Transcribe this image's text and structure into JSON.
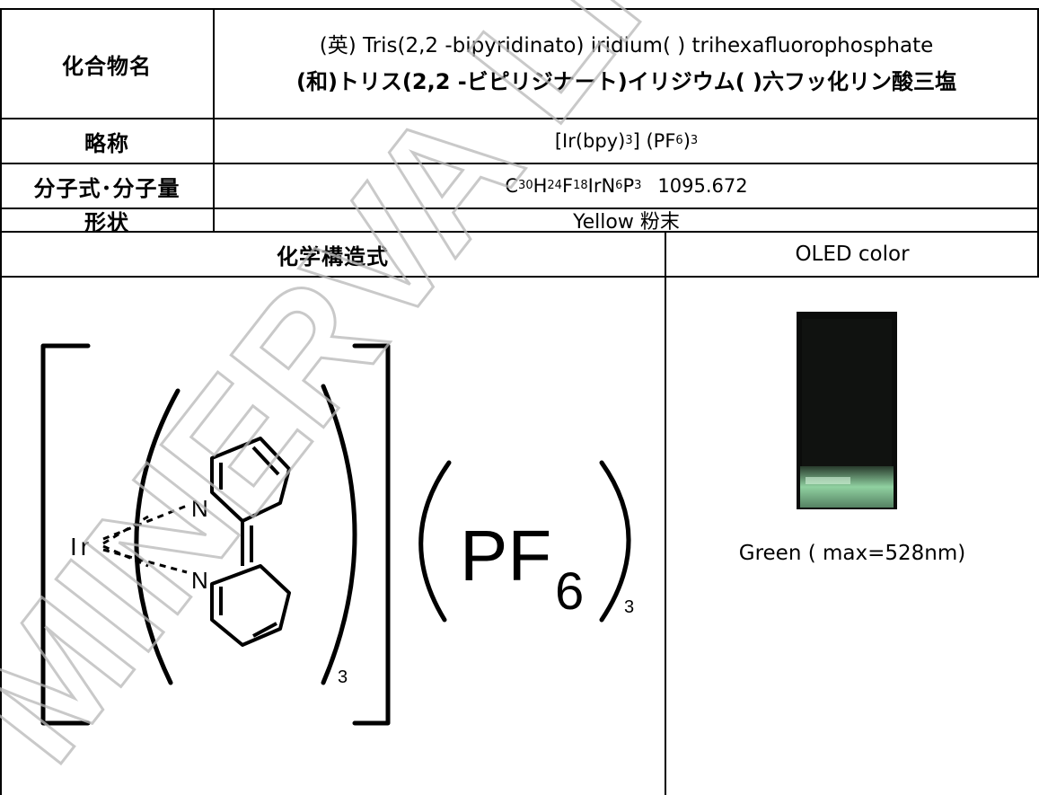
{
  "table": {
    "name_label": "化合物名",
    "name_en": "(英) Tris(2,2 -bipyridinato) iridium( ) trihexafluorophosphate",
    "name_ja": "(和)トリス(2,2 -ビピリジナート)イリジウム( )六フッ化リン酸三塩",
    "abbr_label": "略称",
    "abbr_prefix": "[Ir(bpy)",
    "abbr_sub1": "3",
    "abbr_mid": "] (PF",
    "abbr_sub2": "6",
    "abbr_close": ")",
    "abbr_sub3": "3",
    "formula_label": "分子式･分子量",
    "formula_parts": [
      "C",
      "30",
      "H",
      "24",
      "F",
      "18",
      "IrN",
      "6",
      "P",
      "3"
    ],
    "molecular_weight": "1095.672",
    "shape_label": "形状",
    "shape_value": "Yellow 粉末",
    "structure_header": "化学構造式",
    "oled_header": "OLED color",
    "oled_caption": "Green ( max=528nm)"
  },
  "structure": {
    "atom_n1": "N",
    "atom_n2": "N",
    "atom_ir": "Ir",
    "subscript_inner": "3",
    "counter_ion": "PF",
    "counter_ion_sub": "6",
    "subscript_outer": "3"
  },
  "watermark": {
    "text": "MINERVA LIGHT"
  },
  "colors": {
    "border": "#000000",
    "watermark": "#b8b8b8",
    "vial_glow": "#9ee6b0"
  }
}
